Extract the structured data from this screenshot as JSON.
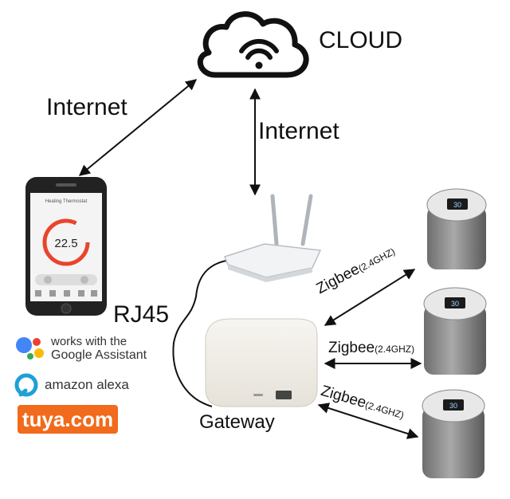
{
  "labels": {
    "cloud": "CLOUD",
    "internet_left": "Internet",
    "internet_right": "Internet",
    "rj45": "RJ45",
    "gateway": "Gateway"
  },
  "zigbee_links": [
    {
      "protocol": "Zigbee",
      "band": "(2.4GHZ)"
    },
    {
      "protocol": "Zigbee",
      "band": "(2.4GHZ)"
    },
    {
      "protocol": "Zigbee",
      "band": "(2.4GHZ)"
    }
  ],
  "phone_app": {
    "title": "Heating Thermostat",
    "temperature": "22.5"
  },
  "thermostat_display": [
    "30",
    "30",
    "30"
  ],
  "badges": {
    "google_line1": "works with the",
    "google_line2": "Google Assistant",
    "alexa": "amazon alexa",
    "tuya": "tuya.com"
  },
  "colors": {
    "line": "#111111",
    "tuya_orange": "#f26a1b",
    "alexa_blue": "#1ea0d8",
    "dial_red": "#e8452c",
    "device_grey": "#8a8a8a"
  }
}
